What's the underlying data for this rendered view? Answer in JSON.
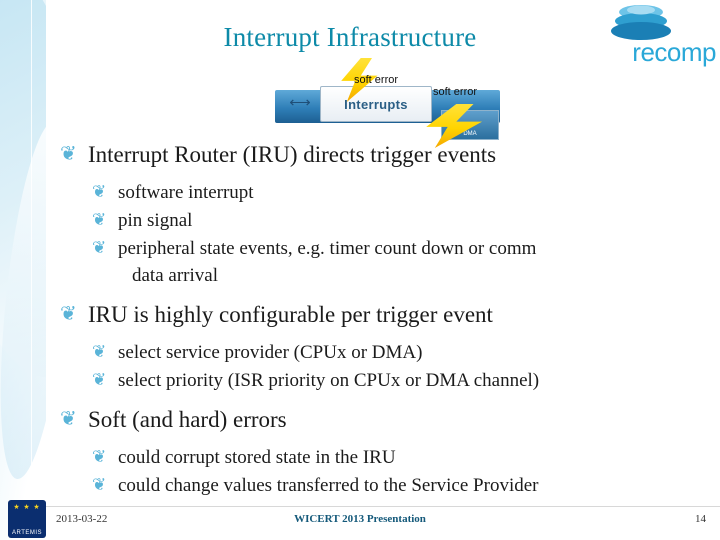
{
  "slide": {
    "title": "Interrupt Infrastructure",
    "logo": {
      "wordmark": "recomp",
      "mark_color": "#2aa8d8"
    },
    "diagram": {
      "label_interrupts": "Interrupts",
      "label_dma": "DMA",
      "annotation_left": "soft error",
      "annotation_right": "soft error",
      "bolt_color": "#ffd400"
    },
    "bullets": [
      {
        "level": 1,
        "text": "Interrupt Router (IRU) directs trigger events"
      },
      {
        "level": 2,
        "text": "software interrupt"
      },
      {
        "level": 2,
        "text": "pin signal"
      },
      {
        "level": 2,
        "text": "peripheral state events, e.g. timer count down or comm",
        "continuation": "data arrival"
      },
      {
        "level": 1,
        "text": "IRU is highly configurable per trigger event"
      },
      {
        "level": 2,
        "text": "select service provider (CPUx or DMA)"
      },
      {
        "level": 2,
        "text": "select priority (ISR priority on CPUx or DMA channel)"
      },
      {
        "level": 1,
        "text": "Soft (and hard) errors"
      },
      {
        "level": 2,
        "text": "could corrupt stored state in the IRU"
      },
      {
        "level": 2,
        "text": "could change values transferred to the Service Provider"
      }
    ],
    "bullet_glyph": "❦",
    "accent_color": "#5ab4d8",
    "title_color": "#0d8aa8"
  },
  "footer": {
    "date": "2013-03-22",
    "center": "WICERT 2013 Presentation",
    "page": "14",
    "artemis": {
      "stars": "★ ★ ★",
      "name": "ARTEMIS"
    }
  }
}
